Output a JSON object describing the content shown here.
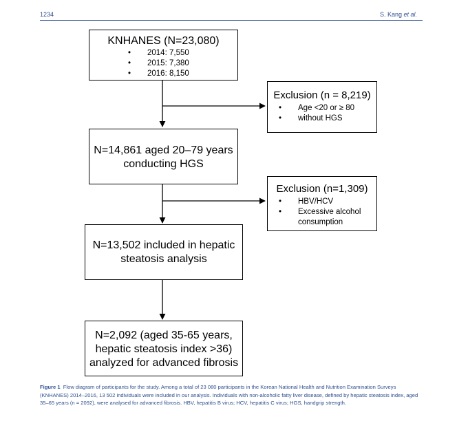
{
  "header": {
    "page_number": "1234",
    "author_plain": "S. Kang ",
    "author_italic": "et al."
  },
  "flow": {
    "box1": {
      "title": "KNHANES (N=23,080)",
      "items": [
        "2014: 7,550",
        "2015: 7,380",
        "2016: 8,150"
      ]
    },
    "exclusion1": {
      "title": "Exclusion (n = 8,219)",
      "items": [
        "Age <20 or ≥ 80",
        "without HGS"
      ]
    },
    "box2": {
      "line1": "N=14,861 aged 20–79 years",
      "line2": "conducting HGS"
    },
    "exclusion2": {
      "title": "Exclusion (n=1,309)",
      "items": [
        "HBV/HCV",
        "Excessive alcohol",
        "consumption"
      ]
    },
    "box3": {
      "line1": "N=13,502 included in hepatic",
      "line2": "steatosis analysis"
    },
    "box4": {
      "line1": "N=2,092 (aged 35-65 years,",
      "line2": "hepatic steatosis index >36)",
      "line3": "analyzed for advanced fibrosis"
    }
  },
  "caption": {
    "label": "Figure 1",
    "text": "Flow diagram of participants for the study. Among a total of 23 080 participants in the Korean National Health and Nutrition Examination Surveys (KNHANES) 2014–2016, 13 502 individuals were included in our analysis. Individuals with non-alcoholic fatty liver disease, defined by hepatic steatosis index, aged 35–65 years (n = 2092), were analysed for advanced fibrosis. HBV, hepatitis B virus; HCV, hepatitis C virus; HGS, handgrip strength."
  }
}
